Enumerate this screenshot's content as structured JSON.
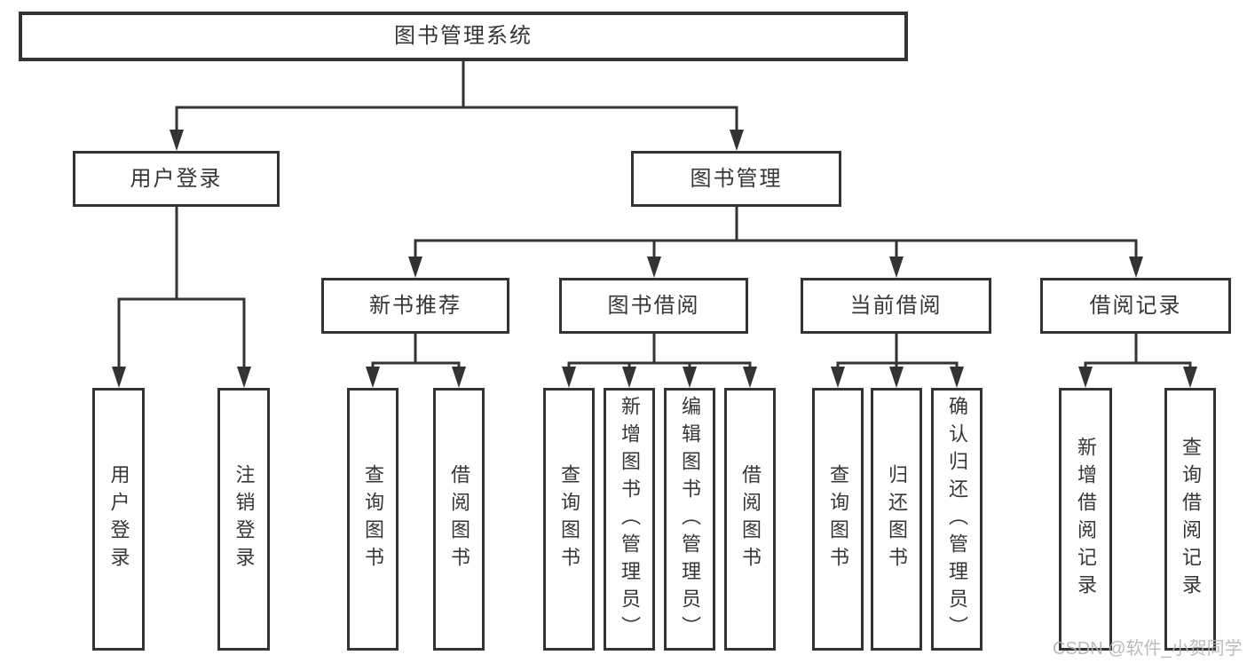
{
  "diagram_title": "图书管理系统",
  "level2": [
    {
      "label": "用户登录"
    },
    {
      "label": "图书管理"
    }
  ],
  "level3": [
    {
      "label": "新书推荐"
    },
    {
      "label": "图书借阅"
    },
    {
      "label": "当前借阅"
    },
    {
      "label": "借阅记录"
    }
  ],
  "leaves": {
    "user": [
      "用户登录",
      "注销登录"
    ],
    "recommend": [
      "查询图书",
      "借阅图书"
    ],
    "borrow": [
      "查询图书",
      "新增图书（管理员）",
      "编辑图书（管理员）",
      "借阅图书"
    ],
    "current": [
      "查询图书",
      "归还图书",
      "确认归还（管理员）"
    ],
    "records": [
      "新增借阅记录",
      "查询借阅记录"
    ]
  },
  "watermark": "CSDN @软件_小贺同学",
  "colors": {
    "line": "#333333",
    "text": "#363636",
    "watermark": "#b4b4b4",
    "background": "#ffffff"
  }
}
